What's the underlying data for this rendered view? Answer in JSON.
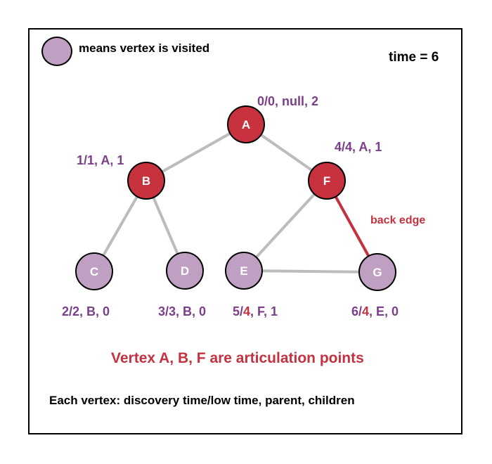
{
  "legend": {
    "text": "means vertex is visited"
  },
  "time_label": "time = 6",
  "vertices": {
    "A": {
      "label": "A",
      "info": "0/0, null, 2"
    },
    "B": {
      "label": "B",
      "info": "1/1, A, 1"
    },
    "C": {
      "label": "C",
      "info": "2/2, B, 0"
    },
    "D": {
      "label": "D",
      "info": "3/3, B, 0"
    },
    "E": {
      "label": "E",
      "info_pre": "5/",
      "info_low": "4",
      "info_post": ", F, 1"
    },
    "F": {
      "label": "F",
      "info": "4/4, A, 1"
    },
    "G": {
      "label": "G",
      "info_pre": "6/",
      "info_low": "4",
      "info_post": ", E, 0"
    }
  },
  "back_edge_label": "back edge",
  "articulation_text": "Vertex A, B, F are articulation points",
  "footer_text": "Each vertex: discovery time/low time, parent, children",
  "colors": {
    "articulation_node": "#c8313e",
    "visited_node": "#bfa0c2",
    "edge": "#bcbcbc",
    "back_edge": "#c4323f",
    "info_text": "#7b3f8a"
  }
}
